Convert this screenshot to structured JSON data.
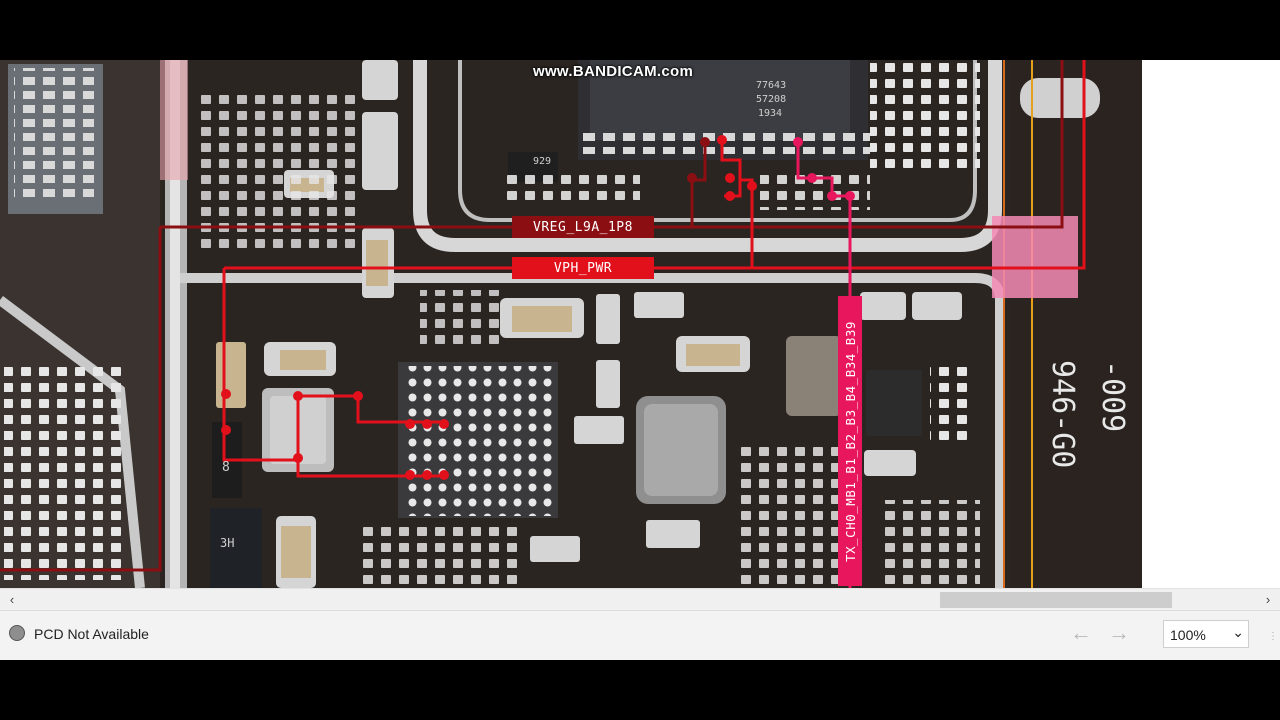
{
  "watermark": "www.BANDICAM.com",
  "nets": {
    "vreg": "VREG_L9A_1P8",
    "vph": "VPH_PWR",
    "tx": "TX_CH0_MB1_B1_B2_B3_B4_B34_B39"
  },
  "chip_markings": {
    "ic_line1": "77643",
    "ic_line2": "57208",
    "ic_line3": "1934",
    "small_ic": "929",
    "side_text_1": "946-G0",
    "side_text_2": "-009",
    "part_8": "8",
    "part_3h": "3H"
  },
  "status": {
    "pcd_text": "PCD Not Available",
    "zoom": "100%"
  },
  "colors": {
    "vreg_net": "#8b0e12",
    "vph_net": "#e2101a",
    "tx_net": "#e8175d",
    "board": "#2b2521"
  },
  "icons": {
    "back": "arrow-left-icon",
    "forward": "arrow-right-icon",
    "zoom_dropdown": "chevron-down-icon",
    "status": "status-dot-icon"
  }
}
